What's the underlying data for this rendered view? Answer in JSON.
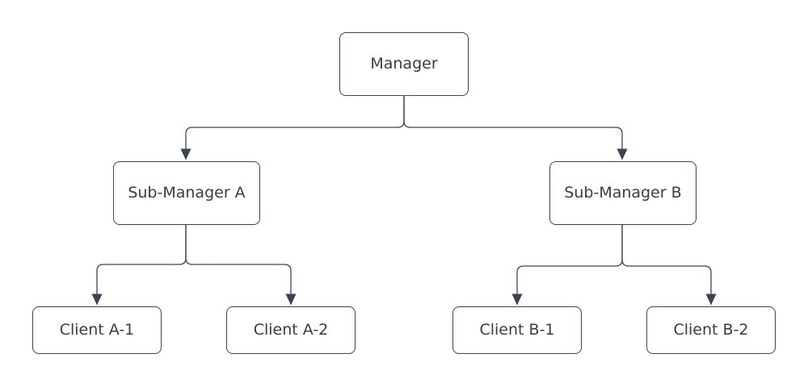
{
  "diagram": {
    "type": "org-chart",
    "nodes": [
      {
        "id": "manager",
        "label": "Manager"
      },
      {
        "id": "sub-manager-a",
        "label": "Sub-Manager A"
      },
      {
        "id": "sub-manager-b",
        "label": "Sub-Manager B"
      },
      {
        "id": "client-a1",
        "label": "Client A-1"
      },
      {
        "id": "client-a2",
        "label": "Client A-2"
      },
      {
        "id": "client-b1",
        "label": "Client B-1"
      },
      {
        "id": "client-b2",
        "label": "Client B-2"
      }
    ],
    "edges": [
      {
        "from": "manager",
        "to": "sub-manager-a",
        "arrow": "filled-triangle"
      },
      {
        "from": "manager",
        "to": "sub-manager-b",
        "arrow": "filled-triangle"
      },
      {
        "from": "sub-manager-a",
        "to": "client-a1",
        "arrow": "filled-triangle"
      },
      {
        "from": "sub-manager-a",
        "to": "client-a2",
        "arrow": "filled-triangle"
      },
      {
        "from": "sub-manager-b",
        "to": "client-b1",
        "arrow": "filled-triangle"
      },
      {
        "from": "sub-manager-b",
        "to": "client-b2",
        "arrow": "filled-triangle"
      }
    ],
    "colors": {
      "stroke": "#3a4450",
      "text": "#333e4c",
      "node_fill": "#ffffff",
      "background": "#ffffff"
    }
  }
}
